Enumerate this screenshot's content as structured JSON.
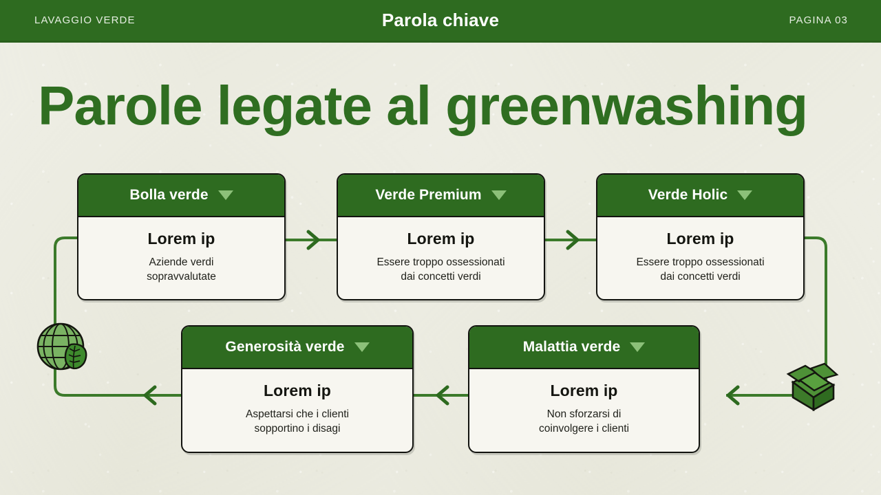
{
  "header": {
    "left_label": "LAVAGGIO VERDE",
    "title": "Parola chiave",
    "page_label": "PAGINA 03"
  },
  "page": {
    "title": "Parole legate al greenwashing"
  },
  "colors": {
    "brand_green": "#2e6b20",
    "title_green": "#2f6e21",
    "background": "#e9e9dd",
    "card_body": "#f7f6f0",
    "chevron_light_green": "#8cc079",
    "connector_green": "#3b7a2a",
    "outline": "#12130f"
  },
  "cards": [
    {
      "id": "bolla-verde",
      "title": "Bolla verde",
      "icon": "chevron-down-icon",
      "heading": "Lorem ip",
      "description": "Aziende verdi\nsopravvalutate"
    },
    {
      "id": "verde-premium",
      "title": "Verde Premium",
      "icon": "chevron-down-icon",
      "heading": "Lorem ip",
      "description": "Essere troppo ossessionati\ndai concetti verdi"
    },
    {
      "id": "verde-holic",
      "title": "Verde Holic",
      "icon": "chevron-down-icon",
      "heading": "Lorem ip",
      "description": "Essere troppo ossessionati\ndai concetti verdi"
    },
    {
      "id": "generosita-verde",
      "title": "Generosità verde",
      "icon": "chevron-down-icon",
      "heading": "Lorem ip",
      "description": "Aspettarsi che i clienti\nsopportino i disagi"
    },
    {
      "id": "malattia-verde",
      "title": "Malattia verde",
      "icon": "chevron-down-icon",
      "heading": "Lorem ip",
      "description": "Non sforzarsi di\ncoinvolgere i clienti"
    }
  ],
  "illustrations": [
    {
      "id": "globe-illustration",
      "name": "globe-leaf-icon"
    },
    {
      "id": "box-illustration",
      "name": "open-box-icon"
    }
  ],
  "connectors": [
    {
      "name": "arrow-bolla-to-premium",
      "direction": "right"
    },
    {
      "name": "arrow-premium-to-holic",
      "direction": "right"
    },
    {
      "name": "arrow-holic-to-malattia",
      "direction": "left"
    },
    {
      "name": "arrow-malattia-to-generosita",
      "direction": "left"
    },
    {
      "name": "arrow-generosita-to-bolla",
      "direction": "left"
    }
  ]
}
